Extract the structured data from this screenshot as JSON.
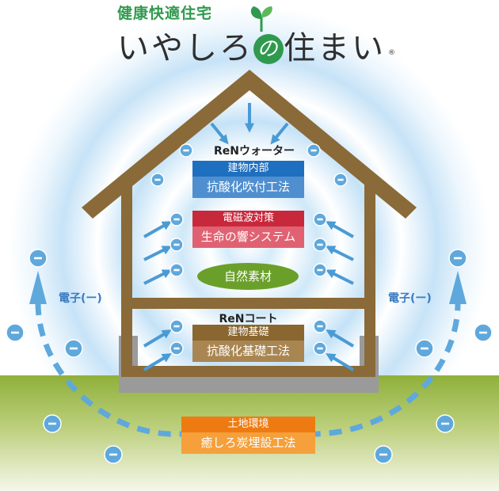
{
  "logo": {
    "title": "健康快適住宅",
    "main_pre": "いやしろ",
    "main_no": "の",
    "main_post": "住まい",
    "mark": "®"
  },
  "roof_section": {
    "heading": "ReNウォーター",
    "label_top": "建物内部",
    "label_bottom": "抗酸化吹付工法"
  },
  "middle_section": {
    "label_top": "電磁波対策",
    "label_bottom": "生命の響システム"
  },
  "natural": {
    "label": "自然素材"
  },
  "foundation_section": {
    "heading": "ReNコート",
    "label_top": "建物基礎",
    "label_bottom": "抗酸化基礎工法"
  },
  "ground_section": {
    "label_top": "土地環境",
    "label_bottom": "癒しろ炭埋設工法"
  },
  "electron_left": "電子(ー)",
  "electron_right": "電子(ー)",
  "electron_symbol": "−",
  "colors": {
    "blue_label": "#1f6fc0",
    "blue_label_light": "#4f8fd0",
    "red_label": "#c8283c",
    "red_label_light": "#e06272",
    "brown_label": "#8a6630",
    "brown_label_light": "#a98651",
    "orange_label": "#ee7b12",
    "orange_label_light": "#f5a03b",
    "green_oval": "#6aa02a",
    "house_brown": "#8a6a38",
    "arrow_blue": "#4a9bd4",
    "electron_blue": "#5fa8dc",
    "foundation_gray": "#9a9a9a",
    "grass_green": "#8fb03a",
    "logo_green": "#2f9a4e"
  }
}
